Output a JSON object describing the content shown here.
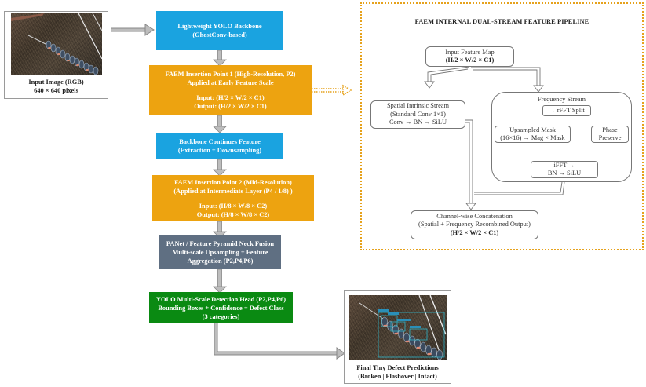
{
  "input_card": {
    "caption_line1": "Input Image (RGB)",
    "caption_line2": "640 × 640 pixels"
  },
  "pipeline": {
    "backbone": {
      "line1": "Lightweight YOLO Backbone",
      "line2": "(GhostConv-based)",
      "color": "#1aa3e0"
    },
    "faem1": {
      "line1": "FAEM Insertion Point 1 (High-Resolution, P2)",
      "line2": "Applied at Early Feature Scale",
      "input": "Input:  (H/2 × W/2 × C1)",
      "output": "Output: (H/2 × W/2 × C1)",
      "color": "#eda310"
    },
    "backbone_cont": {
      "line1": "Backbone Continues Feature",
      "line2": "(Extraction + Downsampling)",
      "color": "#1aa3e0"
    },
    "faem2": {
      "line1": "FAEM Insertion Point 2 (Mid-Resolution)",
      "line2": "(Applied at Intermediate Layer (P4 / 1/8) )",
      "input": "Input:  (H/8 × W/8 × C2)",
      "output": "Output: (H/8 × W/8 × C2)",
      "color": "#eda310"
    },
    "neck": {
      "line1": "PANet / Feature Pyramid Neck Fusion",
      "line2": "Multi-scale Upsampling + Feature",
      "line3": "Aggregation (P2,P4,P6)",
      "color": "#5f6f82"
    },
    "head": {
      "line1": "YOLO Multi-Scale Detection Head (P2,P4,P6)",
      "line2": "Bounding Boxes + Confidence + Defect Class",
      "line3": "(3 categories)",
      "color": "#0a8a12"
    }
  },
  "output_card": {
    "caption_line1": "Final Tiny Defect Predictions",
    "caption_line2": "(Broken | Flashover | Intact)"
  },
  "faem_panel": {
    "title": "FAEM INTERNAL DUAL-STREAM FEATURE PIPELINE",
    "border_color": "#e6a21c",
    "input_map": {
      "line1": "Input Feature Map",
      "line2": "(H/2 × W/2 × C1)"
    },
    "spatial": {
      "line1": "Spatial Intrinsic Stream",
      "line2": "(Standard Conv 1×1)",
      "line3": "Conv → BN → SiLU"
    },
    "frequency": {
      "title": "Frequency Stream",
      "split": "→ rFFT  Split",
      "mask_line1": "Upsampled Mask",
      "mask_line2": "(16×16) → Mag × Mask",
      "phase_line1": "Phase",
      "phase_line2": "Preserve",
      "ifft_line1": "iFFT →",
      "ifft_line2": "BN → SiLU"
    },
    "concat": {
      "line1": "Channel-wise Concatenation",
      "line2": "(Spatial + Frequency Recombined Output)",
      "line3": "(H/2 × W/2 × C1)"
    }
  }
}
